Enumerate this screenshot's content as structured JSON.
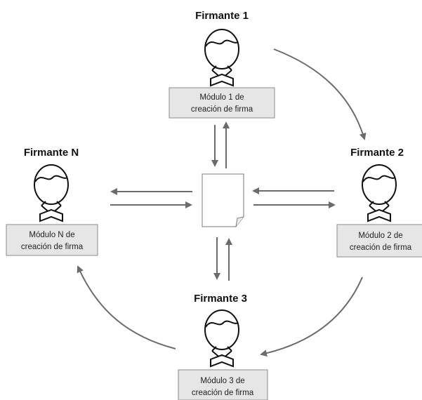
{
  "signers": [
    {
      "title": "Firmante 1",
      "module_line1": "Módulo 1 de",
      "module_line2": "creación de firma"
    },
    {
      "title": "Firmante 2",
      "module_line1": "Módulo 2 de",
      "module_line2": "creación de firma"
    },
    {
      "title": "Firmante 3",
      "module_line1": "Módulo 3 de",
      "module_line2": "creación de firma"
    },
    {
      "title": "Firmante N",
      "module_line1": "Módulo N de",
      "module_line2": "creación de firma"
    }
  ],
  "colors": {
    "box_fill": "#e6e6e6",
    "box_stroke": "#8a8a8a",
    "arrow": "#6b6b6b",
    "figure_stroke": "#111111"
  }
}
